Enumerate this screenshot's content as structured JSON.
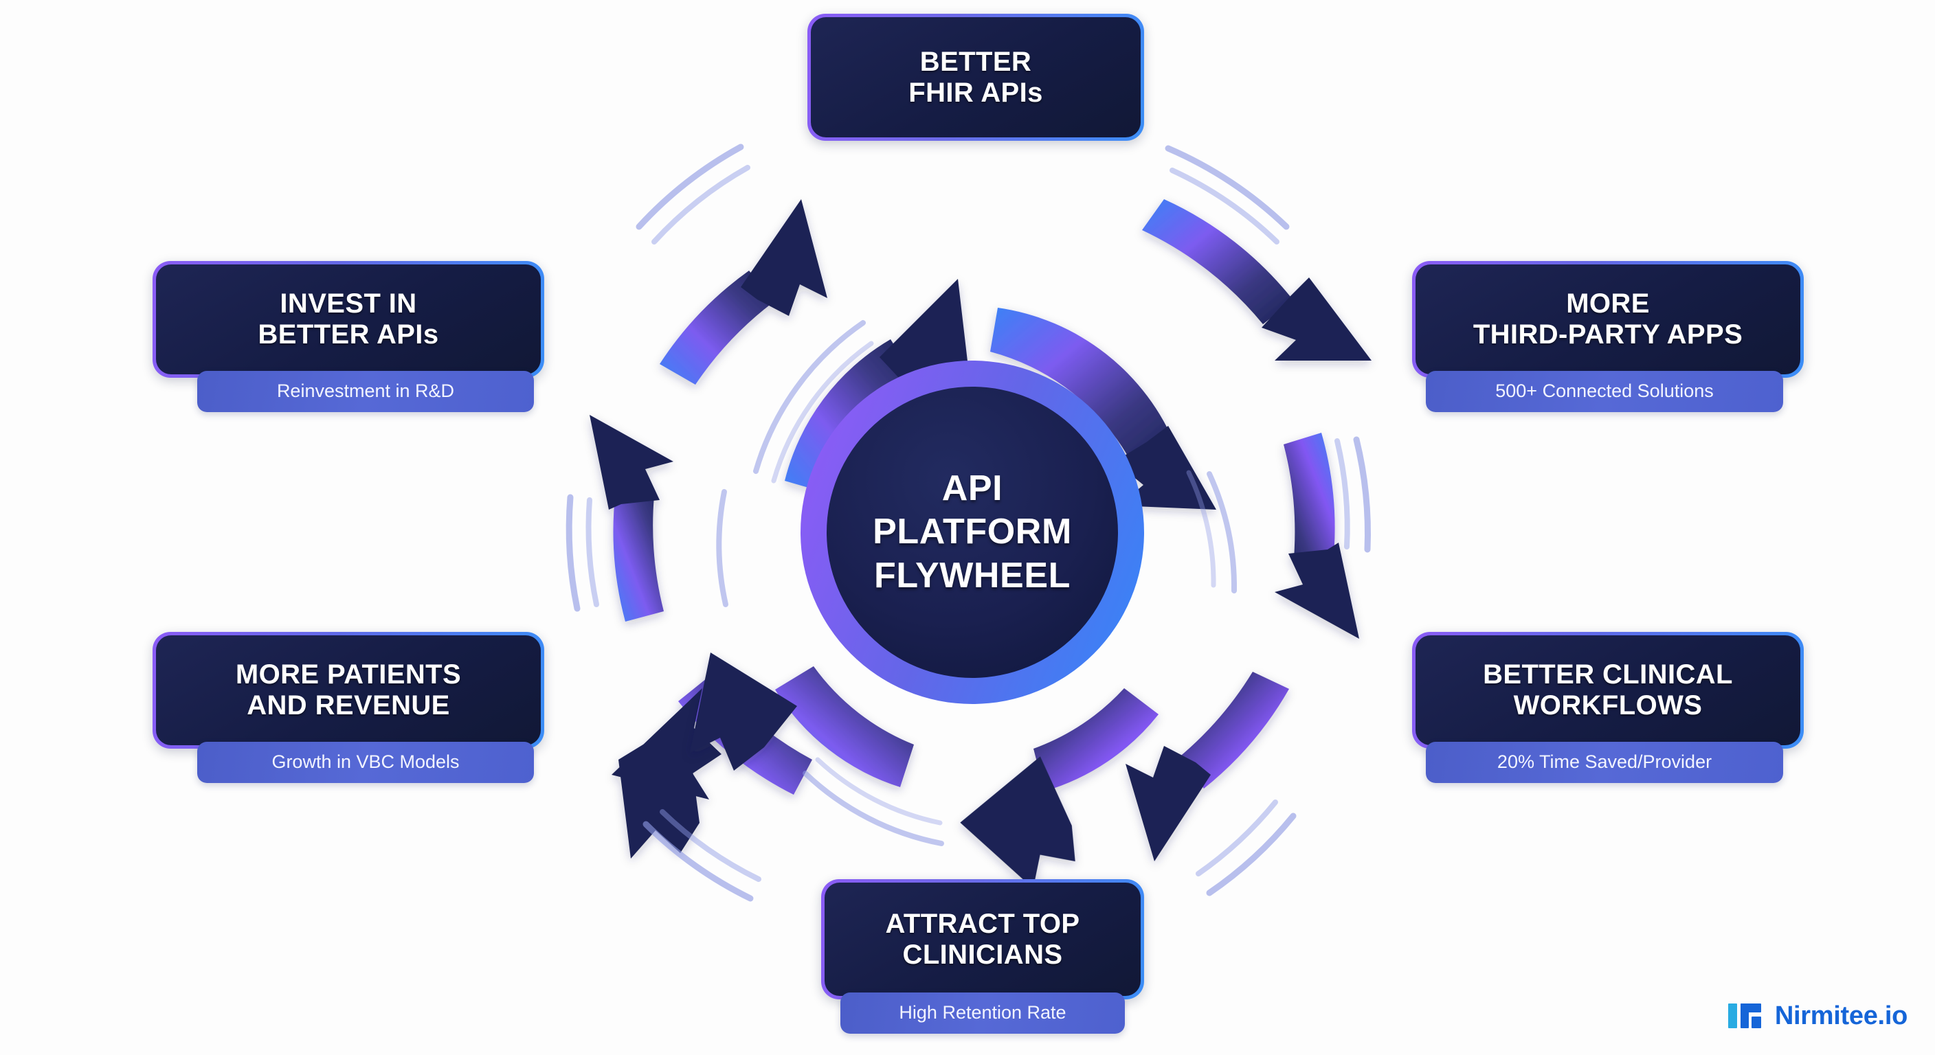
{
  "background_color": "#fdfdfd",
  "hub": {
    "lines": [
      "API",
      "PLATFORM",
      "FLYWHEEL"
    ],
    "fill_color": "#1a2050",
    "ring_gradient_from": "#8b5cf6",
    "ring_gradient_to": "#3b82f6"
  },
  "nodes": [
    {
      "id": "better-fhir-apis",
      "title": "BETTER\nFHIR APIs",
      "sub": ""
    },
    {
      "id": "more-third-party-apps",
      "title": "MORE\nTHIRD-PARTY APPS",
      "sub": "500+ Connected Solutions"
    },
    {
      "id": "better-clinical-workflows",
      "title": "BETTER CLINICAL\nWORKFLOWS",
      "sub": "20% Time Saved/Provider"
    },
    {
      "id": "attract-top-clinicians",
      "title": "ATTRACT TOP\nCLINICIANS",
      "sub": "High Retention Rate"
    },
    {
      "id": "more-patients-and-revenue",
      "title": "MORE PATIENTS\nAND REVENUE",
      "sub": "Growth in VBC Models"
    },
    {
      "id": "invest-in-better-apis",
      "title": "INVEST IN\nBETTER APIs",
      "sub": "Reinvestment in R&D"
    }
  ],
  "logo": {
    "wordmark": "Nirmitee.io",
    "mark_light_color": "#29abe2",
    "mark_dark_color": "#1565d8",
    "text_color": "#1565d8"
  },
  "arrows": {
    "band_gradient_blue": "#3b82f6",
    "band_gradient_purple": "#8b5cf6",
    "arrowhead_color": "#1b2455",
    "accent_arc_color": "#7e8ce0",
    "outer_ring_count": 6,
    "inner_ring_count": 4,
    "direction": "clockwise"
  },
  "chart_data": {
    "type": "diagram",
    "title": "API PLATFORM FLYWHEEL",
    "subtype": "cycle-flywheel",
    "steps": [
      {
        "label": "BETTER FHIR APIs",
        "metric": ""
      },
      {
        "label": "MORE THIRD-PARTY APPS",
        "metric": "500+ Connected Solutions"
      },
      {
        "label": "BETTER CLINICAL WORKFLOWS",
        "metric": "20% Time Saved/Provider"
      },
      {
        "label": "ATTRACT TOP CLINICIANS",
        "metric": "High Retention Rate"
      },
      {
        "label": "MORE PATIENTS AND REVENUE",
        "metric": "Growth in VBC Models"
      },
      {
        "label": "INVEST IN BETTER APIs",
        "metric": "Reinvestment in R&D"
      }
    ]
  }
}
